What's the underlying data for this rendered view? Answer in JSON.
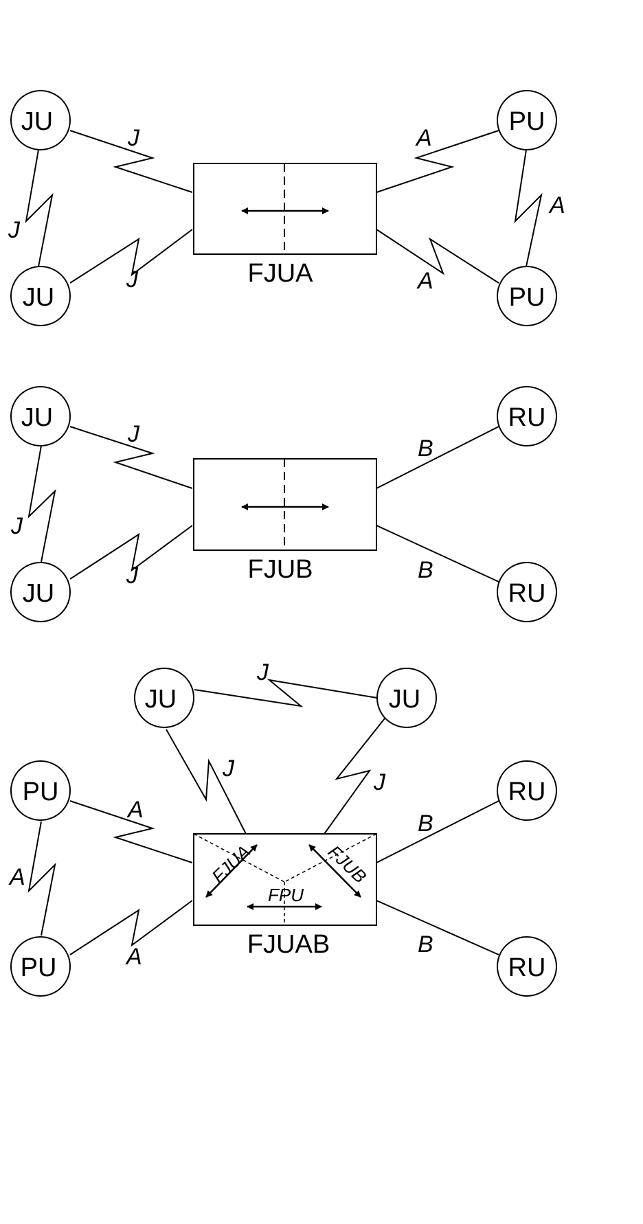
{
  "diagrams": [
    {
      "box_label": "FJUA",
      "nodes": [
        "JU",
        "JU",
        "PU",
        "PU"
      ],
      "edge_labels": [
        "J",
        "J",
        "J",
        "A",
        "A",
        "A"
      ]
    },
    {
      "box_label": "FJUB",
      "nodes": [
        "JU",
        "JU",
        "RU",
        "RU"
      ],
      "edge_labels": [
        "J",
        "J",
        "J",
        "B",
        "B"
      ]
    },
    {
      "box_label": "FJUAB",
      "nodes": [
        "JU",
        "JU",
        "PU",
        "PU",
        "RU",
        "RU"
      ],
      "edge_labels": [
        "J",
        "J",
        "J",
        "A",
        "A",
        "A",
        "B",
        "B"
      ],
      "inner_labels": [
        "FJUA",
        "FJUB",
        "FPU"
      ]
    }
  ]
}
